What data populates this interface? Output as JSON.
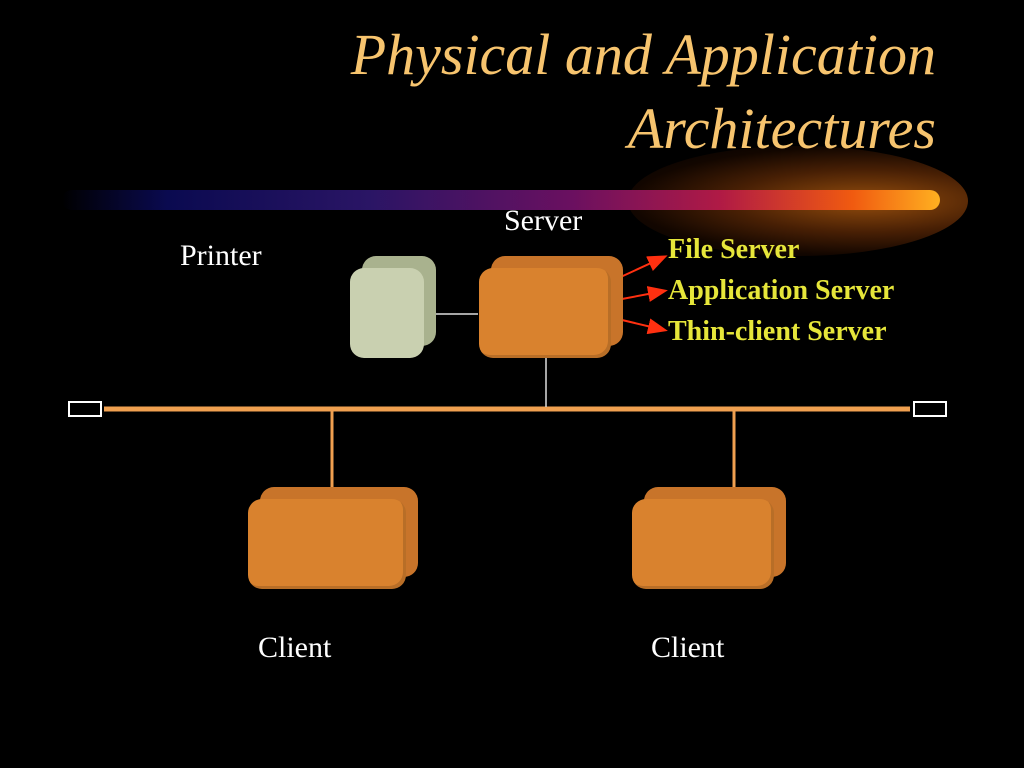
{
  "title": {
    "line1": "Physical and Application",
    "line2": "Architectures"
  },
  "labels": {
    "server": "Server",
    "printer": "Printer",
    "client_left": "Client",
    "client_right": "Client"
  },
  "server_roles": [
    "File Server",
    "Application Server",
    "Thin-client Server"
  ],
  "colors": {
    "background": "#000000",
    "title": "#f7c46e",
    "device_orange": "#d9822e",
    "printer": "#c9d0b0",
    "roles_text": "#e6e63a",
    "bus": "#f0a050",
    "arrows": "#ff3010"
  }
}
